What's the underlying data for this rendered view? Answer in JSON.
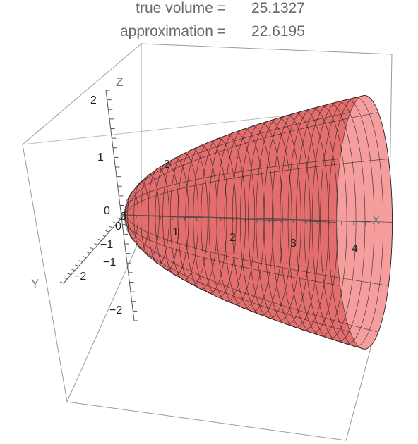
{
  "readouts": {
    "true_label": "true volume =",
    "true_value": "25.1327",
    "approx_label": "approximation =",
    "approx_value": "22.6195"
  },
  "axes": {
    "x": {
      "name": "X",
      "ticks": [
        "1",
        "2",
        "3",
        "4"
      ]
    },
    "y": {
      "name": "Y",
      "ticks": [
        "2",
        "0",
        "−1",
        "−2"
      ]
    },
    "z": {
      "name": "Z",
      "ticks": [
        "2",
        "1",
        "0",
        "−1",
        "−2"
      ]
    },
    "origin_label": "0"
  },
  "surface": {
    "type": "paraboloid of revolution about the X axis, r = sqrt(x)",
    "x_range": [
      0,
      4
    ],
    "fill_color": "#e05a5a",
    "end_cap_color": "#f7a0a0",
    "mesh_color": "#222222"
  }
}
